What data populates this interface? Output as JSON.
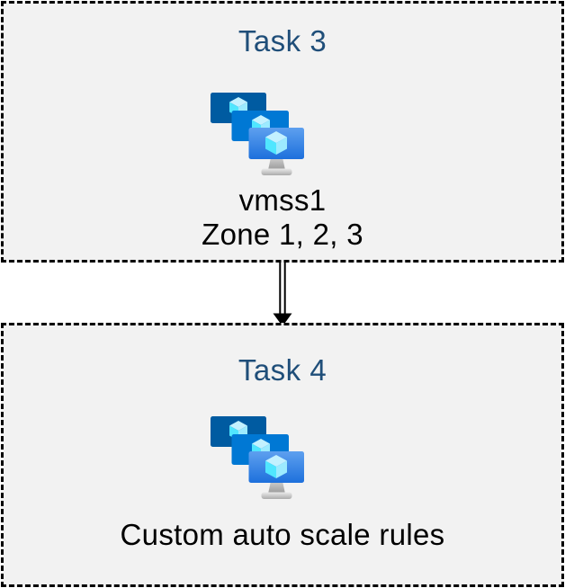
{
  "boxes": {
    "task3": {
      "title": "Task 3",
      "caption_line1": "vmss1",
      "caption_line2": "Zone 1, 2, 3"
    },
    "task4": {
      "title": "Task 4",
      "caption": "Custom auto scale rules"
    }
  },
  "connector": {
    "style": "double-line-down-arrow"
  },
  "icons": {
    "vmss": "virtual-machine-scale-sets-icon"
  },
  "colors": {
    "page_background": "#FFFFFF",
    "box_background": "#F2F2F2",
    "box_border": "#000000",
    "task_title": "#1F4E79",
    "caption_text": "#000000",
    "arrow": "#000000",
    "monitor_back": "#005BA1",
    "monitor_middle": "#0078D4",
    "monitor_front_gradient_top": "#5EA0EF",
    "monitor_front_gradient_bottom": "#1D70DC",
    "cube_top": "#C3F1FF",
    "cube_left": "#50E6FF",
    "cube_right": "#9CEBFF"
  }
}
